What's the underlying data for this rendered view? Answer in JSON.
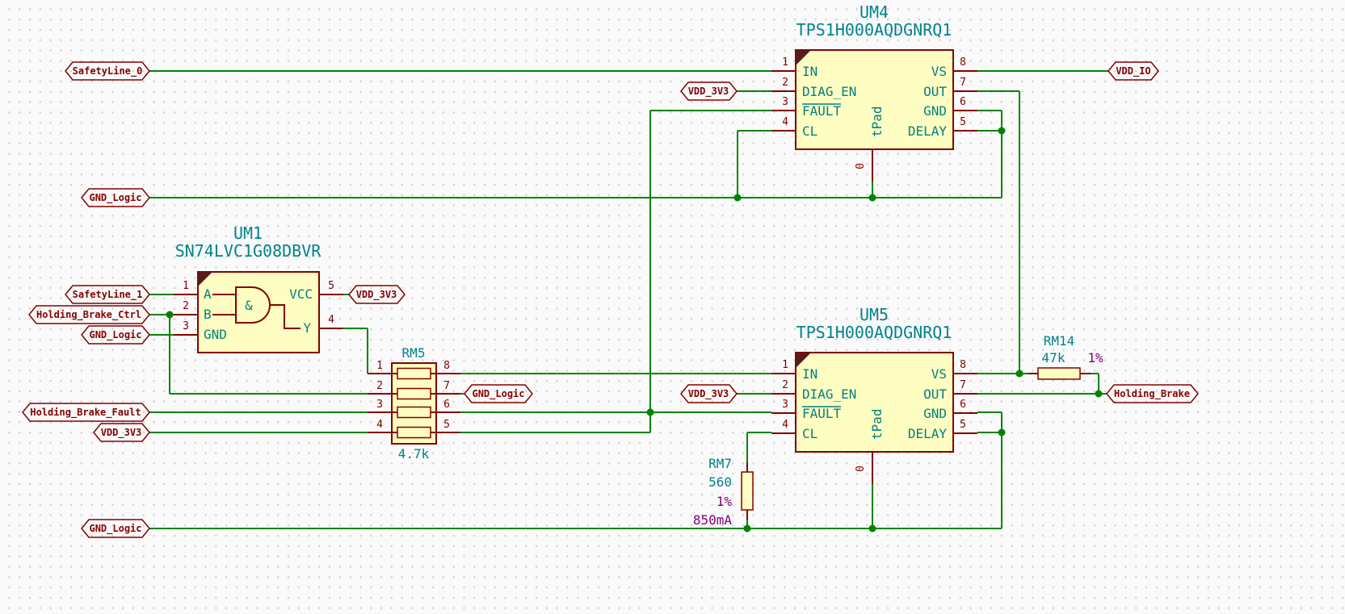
{
  "ics": {
    "um4": {
      "ref": "UM4",
      "part": "TPS1H000AQDGNRQ1",
      "pins": {
        "p1": "1",
        "p2": "2",
        "p3": "3",
        "p4": "4",
        "p5": "5",
        "p6": "6",
        "p7": "7",
        "p8": "8",
        "p0": "0"
      },
      "names": {
        "in": "IN",
        "diag": "DIAG_EN",
        "fault": "FAULT",
        "cl": "CL",
        "vs": "VS",
        "out": "OUT",
        "gnd": "GND",
        "delay": "DELAY",
        "tpad": "tPad"
      }
    },
    "um5": {
      "ref": "UM5",
      "part": "TPS1H000AQDGNRQ1",
      "pins": {
        "p1": "1",
        "p2": "2",
        "p3": "3",
        "p4": "4",
        "p5": "5",
        "p6": "6",
        "p7": "7",
        "p8": "8",
        "p0": "0"
      },
      "names": {
        "in": "IN",
        "diag": "DIAG_EN",
        "fault": "FAULT",
        "cl": "CL",
        "vs": "VS",
        "out": "OUT",
        "gnd": "GND",
        "delay": "DELAY",
        "tpad": "tPad"
      }
    },
    "um1": {
      "ref": "UM1",
      "part": "SN74LVC1G08DBVR",
      "pins": {
        "p1": "1",
        "p2": "2",
        "p3": "3",
        "p4": "4",
        "p5": "5"
      },
      "names": {
        "a": "A",
        "b": "B",
        "gnd": "GND",
        "vcc": "VCC",
        "y": "Y",
        "gate": "&"
      }
    }
  },
  "resistors": {
    "rm5": {
      "ref": "RM5",
      "value": "4.7k",
      "pins": {
        "p1": "1",
        "p2": "2",
        "p3": "3",
        "p4": "4",
        "p5": "5",
        "p6": "6",
        "p7": "7",
        "p8": "8"
      }
    },
    "rm14": {
      "ref": "RM14",
      "value": "47k",
      "tolerance": "1%"
    },
    "rm7": {
      "ref": "RM7",
      "value": "560",
      "tolerance": "1%",
      "current": "850mA"
    }
  },
  "global_labels": [
    {
      "text": "SafetyLine_0"
    },
    {
      "text": "VDD_3V3"
    },
    {
      "text": "VDD_IO"
    },
    {
      "text": "GND_Logic"
    },
    {
      "text": "SafetyLine_1"
    },
    {
      "text": "Holding_Brake_Ctrl"
    },
    {
      "text": "GND_Logic"
    },
    {
      "text": "VDD_3V3"
    },
    {
      "text": "GND_Logic"
    },
    {
      "text": "Holding_Brake_Fault"
    },
    {
      "text": "VDD_3V3"
    },
    {
      "text": "VDD_3V3"
    },
    {
      "text": "Holding_Brake"
    },
    {
      "text": "GND_Logic"
    }
  ],
  "colors": {
    "wire": "#008400",
    "junction": "#008400",
    "pin_outline": "#840000",
    "pin_number": "#840000",
    "pin_name": "#008080",
    "field_text": "#00838b",
    "attribute_text": "#800080",
    "symbol_fill": "#fffec2",
    "symbol_outline": "#840000",
    "label_text": "#840000",
    "background": "#fafafa",
    "grid_dot": "#d0d0d0"
  }
}
